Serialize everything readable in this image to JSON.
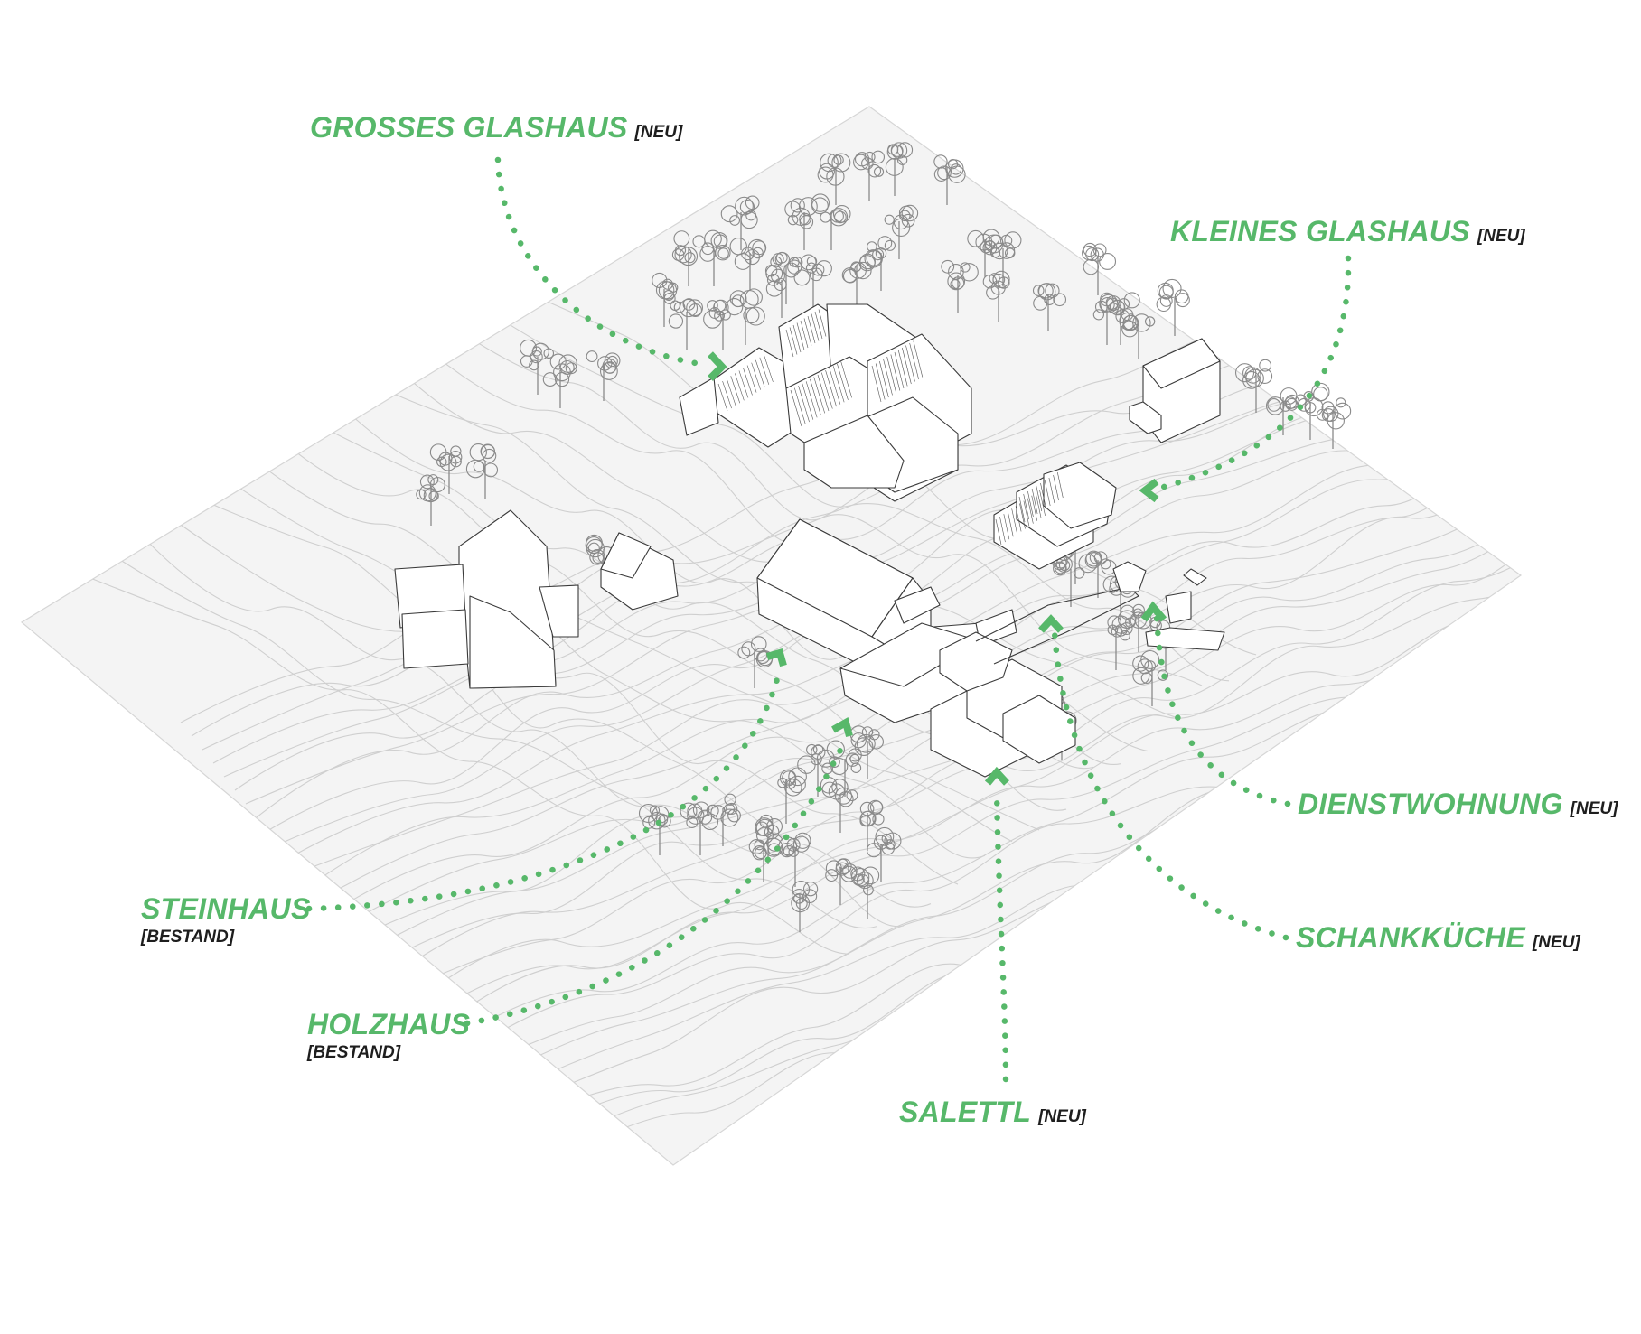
{
  "diagram": {
    "type": "isometric site plan",
    "accent_color": "#57b86a",
    "tag_color": "#1e1e1e",
    "terrain_color": "#f4f4f4",
    "line_color": "#cfcfcf",
    "building_fill": "#ffffff",
    "building_stroke": "#3a3a3a"
  },
  "labels": [
    {
      "id": "grosses-glashaus",
      "name": "GROSSES GLASHAUS",
      "tag": "[NEU]"
    },
    {
      "id": "kleines-glashaus",
      "name": "KLEINES GLASHAUS",
      "tag": "[NEU]"
    },
    {
      "id": "dienstwohnung",
      "name": "DIENSTWOHNUNG",
      "tag": "[NEU]"
    },
    {
      "id": "schankkueche",
      "name": "SCHANKKÜCHE",
      "tag": "[NEU]"
    },
    {
      "id": "salettl",
      "name": "SALETTL",
      "tag": "[NEU]"
    },
    {
      "id": "holzhaus",
      "name": "HOLZHAUS",
      "tag": "[BESTAND]"
    },
    {
      "id": "steinhaus",
      "name": "STEINHAUS",
      "tag": "[BESTAND]"
    }
  ]
}
